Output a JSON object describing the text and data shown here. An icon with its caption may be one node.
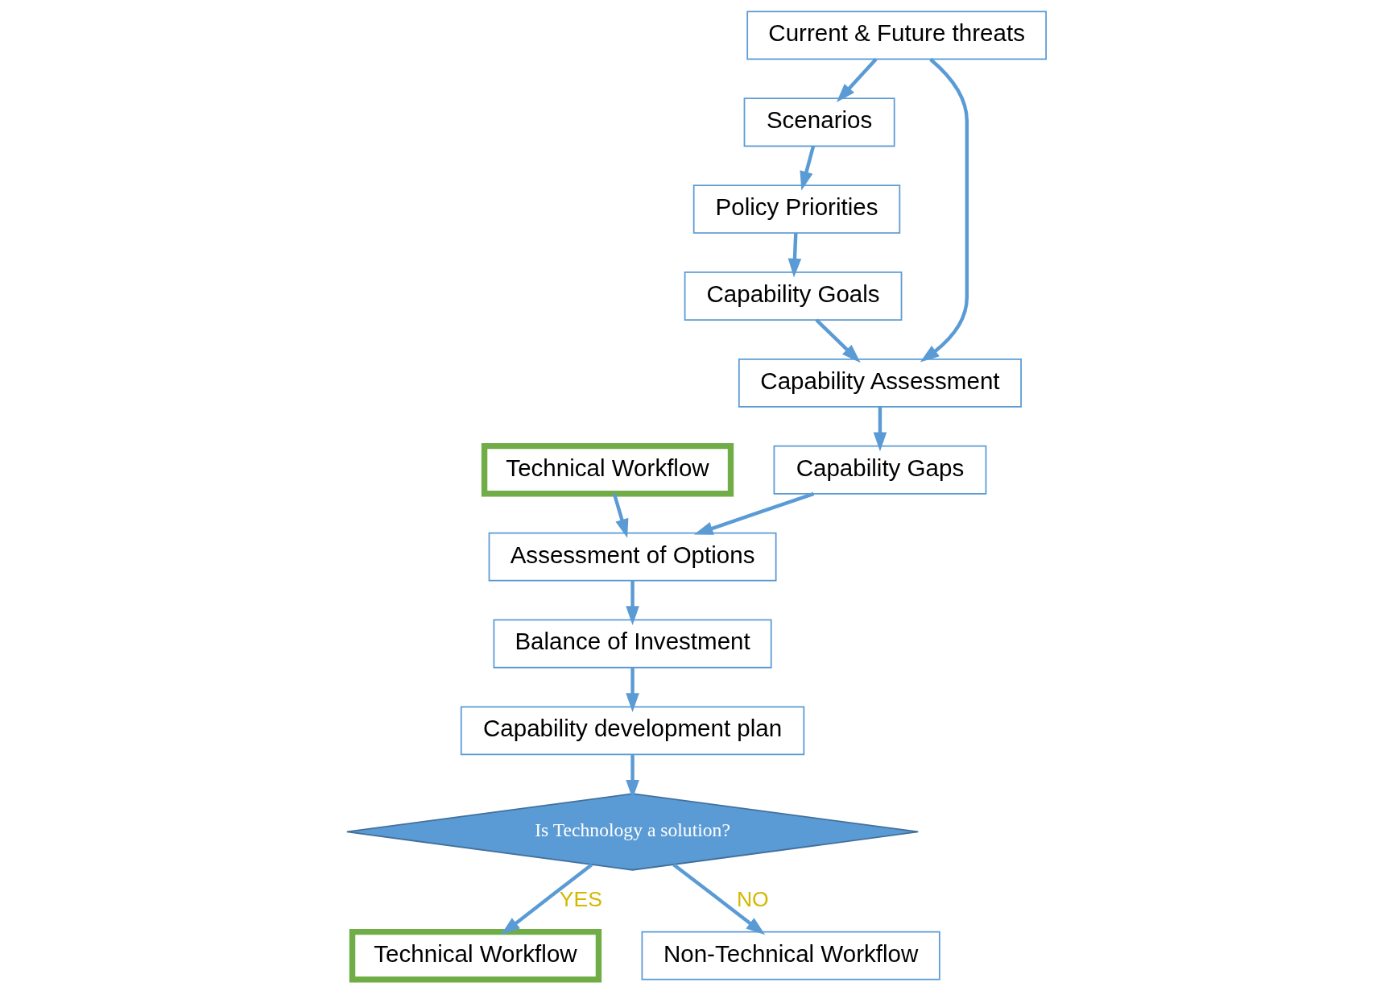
{
  "diagram": {
    "nodes": [
      {
        "text": [
          "Scenarios"
        ]
      },
      {
        "text": [
          "Policy Priorities"
        ]
      },
      {
        "text": [
          "Capability Goals"
        ]
      },
      {
        "text": [
          "Current & Future threats"
        ]
      },
      {
        "text": [
          "Capability Assessment"
        ]
      },
      {
        "text": [
          "Capability Gaps"
        ]
      },
      {
        "text": [
          "Technical Workflow"
        ]
      },
      {
        "text": [
          "Assessment of Options"
        ]
      },
      {
        "text": [
          "Balance of Investment"
        ]
      },
      {
        "text": [
          "Capability development plan"
        ]
      },
      {
        "text": [
          "Is Technology a solution?"
        ]
      },
      {
        "text": [
          "Technical Workflow"
        ]
      },
      {
        "text": [
          "Non-Technical Workflow"
        ]
      }
    ],
    "edges": [
      {
        "from": 3,
        "to": 0,
        "arrow": "to"
      },
      {
        "from": 0,
        "to": 1,
        "arrow": "to"
      },
      {
        "from": 1,
        "to": 2,
        "arrow": "to"
      },
      {
        "from": 2,
        "to": 4,
        "arrow": "to"
      },
      {
        "from": 3,
        "to": 4,
        "arrow": "to"
      },
      {
        "from": 4,
        "to": 5,
        "arrow": "to"
      },
      {
        "from": 5,
        "to": 7,
        "arrow": "to"
      },
      {
        "from": 6,
        "to": 7,
        "arrow": "to"
      },
      {
        "from": 7,
        "to": 8,
        "arrow": "to"
      },
      {
        "from": 8,
        "to": 9,
        "arrow": "to"
      },
      {
        "from": 9,
        "to": 10,
        "arrow": "to"
      },
      {
        "from": 10,
        "to": 11,
        "label": "YES",
        "arrow": "to"
      },
      {
        "from": 10,
        "to": 12,
        "label": "NO",
        "arrow": "to"
      }
    ]
  }
}
